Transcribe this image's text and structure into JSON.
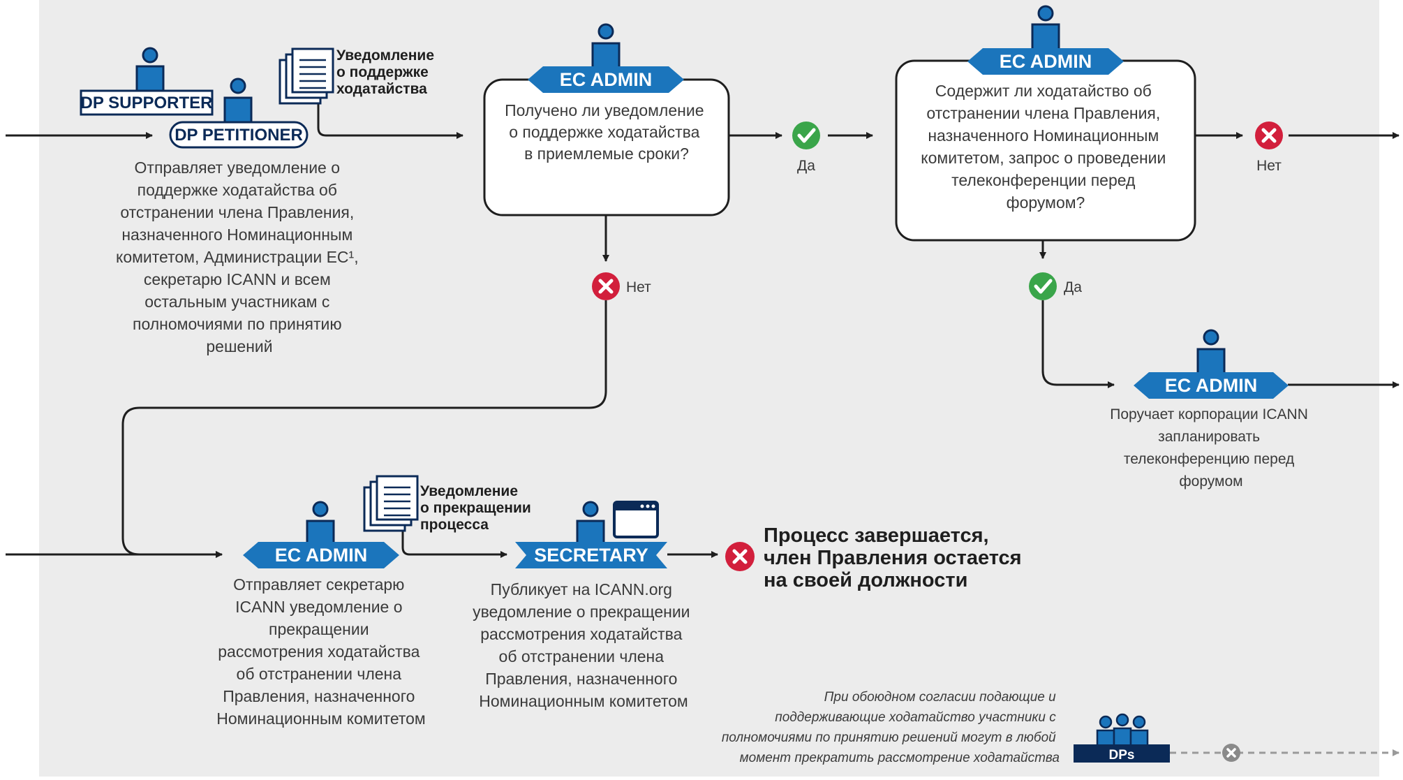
{
  "colors": {
    "background": "#ececec",
    "navy": "#0b2a57",
    "blue": "#1b75bc",
    "line": "#1e1e1e",
    "body_text": "#3a3a3a",
    "green": "#3aa54a",
    "red": "#d21f3c",
    "dashed": "#9a9a9a"
  },
  "icons": {
    "person": "person-icon",
    "document": "document-stack-icon",
    "browser": "browser-window-icon",
    "check": "check-circle-icon",
    "cross": "cross-circle-icon",
    "group": "group-icon"
  },
  "labels": {
    "dp_supporter": "DP SUPPORTER",
    "dp_petitioner": "DP PETITIONER",
    "ec_admin": "EC ADMIN",
    "secretary": "SECRETARY",
    "dps": "DPs"
  },
  "doc_support_notice": [
    "Уведомление",
    "о поддержке",
    "ходатайства"
  ],
  "doc_termination_notice": [
    "Уведомление",
    "о прекращении",
    "процесса"
  ],
  "step1_text": [
    "Отправляет уведомление о",
    "поддержке ходатайства об",
    "отстранении члена Правления,",
    "назначенного Номинационным",
    "комитетом, Администрации EC¹,",
    "секретарю ICANN и всем",
    "остальным участникам с",
    "полномочиями по принятию",
    "решений"
  ],
  "decision1": [
    "Получено ли уведомление",
    "о поддержке ходатайства",
    "в приемлемые сроки?"
  ],
  "decision2": [
    "Содержит ли ходатайство об",
    "отстранении члена Правления,",
    "назначенного Номинационным",
    "комитетом, запрос о проведении",
    "телеконференции перед",
    "форумом?"
  ],
  "yes": "Да",
  "no": "Нет",
  "ec_teleconf_text": [
    "Поручает корпорации ICANN",
    "запланировать",
    "телеконференцию перед",
    "форумом"
  ],
  "ec_send_text": [
    "Отправляет секретарю",
    "ICANN уведомление о",
    "прекращении",
    "рассмотрения ходатайства",
    "об отстранении члена",
    "Правления, назначенного",
    "Номинационным комитетом"
  ],
  "secretary_text": [
    "Публикует на ICANN.org",
    "уведомление о прекращении",
    "рассмотрения ходатайства",
    "об отстранении члена",
    "Правления, назначенного",
    "Номинационным комитетом"
  ],
  "end_text": [
    "Процесс завершается,",
    "член Правления остается",
    "на своей должности"
  ],
  "footnote": [
    "При обоюдном согласии подающие и",
    "поддерживающие ходатайство участники с",
    "полномочиями по принятию решений могут в любой",
    "момент прекратить рассмотрение ходатайства"
  ]
}
